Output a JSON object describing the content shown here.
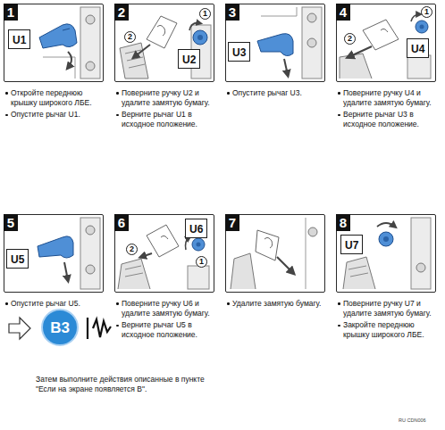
{
  "diagram": {
    "nodes": [
      {
        "text": [
          "1",
          "Откройте переднюю крышку широкого ЛБЕ.",
          "Опустите рычаг U1."
        ]
      },
      {
        "text": [
          "U1"
        ],
        "in": 0
      },
      {
        "text": [
          "2",
          "Поверните ручку U2 и удалите замятую бумагу.",
          "Верните рычаг U1 в исходное положение."
        ]
      },
      {
        "text": [
          "2"
        ],
        "in": 2
      },
      {
        "text": [
          "1"
        ],
        "in": 2
      },
      {
        "text": [
          "U2"
        ],
        "in": 2
      },
      {
        "text": [
          "3",
          "Опустите рычаг U3."
        ]
      },
      {
        "text": [
          "U3"
        ],
        "in": 6
      },
      {
        "text": [
          "4",
          "Поверните ручку U4 и удалите замятую бумагу.",
          "Верните рычаг U3 в исходное положение."
        ]
      },
      {
        "text": [
          "1"
        ],
        "in": 8
      },
      {
        "text": [
          "2"
        ],
        "in": 8
      },
      {
        "text": [
          "U4"
        ],
        "in": 8
      },
      {
        "text": [
          "5",
          "Опустите рычаг U5."
        ]
      },
      {
        "text": [
          "U5"
        ],
        "in": 12
      },
      {
        "text": [
          "6",
          "Поверните ручку U6 и удалите замятую бумагу.",
          "Верните рычаг U5 в исходное положение."
        ]
      },
      {
        "text": [
          "U6"
        ],
        "in": 14
      },
      {
        "text": [
          "2"
        ],
        "in": 14
      },
      {
        "text": [
          "1"
        ],
        "in": 14
      },
      {
        "text": [
          "7",
          "Удалите замятую бумагу."
        ]
      },
      {
        "text": [
          "8",
          "Поверните ручку U7 и удалите замятую бумагу.",
          "Закройте переднюю крышку широкого ЛБЕ."
        ]
      },
      {
        "text": [
          "U7"
        ],
        "in": 19
      },
      {
        "text": [
          "B3"
        ]
      }
    ],
    "labels": [
      "Затем выполните действия описанные в пункте \"Если на экране появляется B\".",
      "RU CDN006"
    ]
  }
}
